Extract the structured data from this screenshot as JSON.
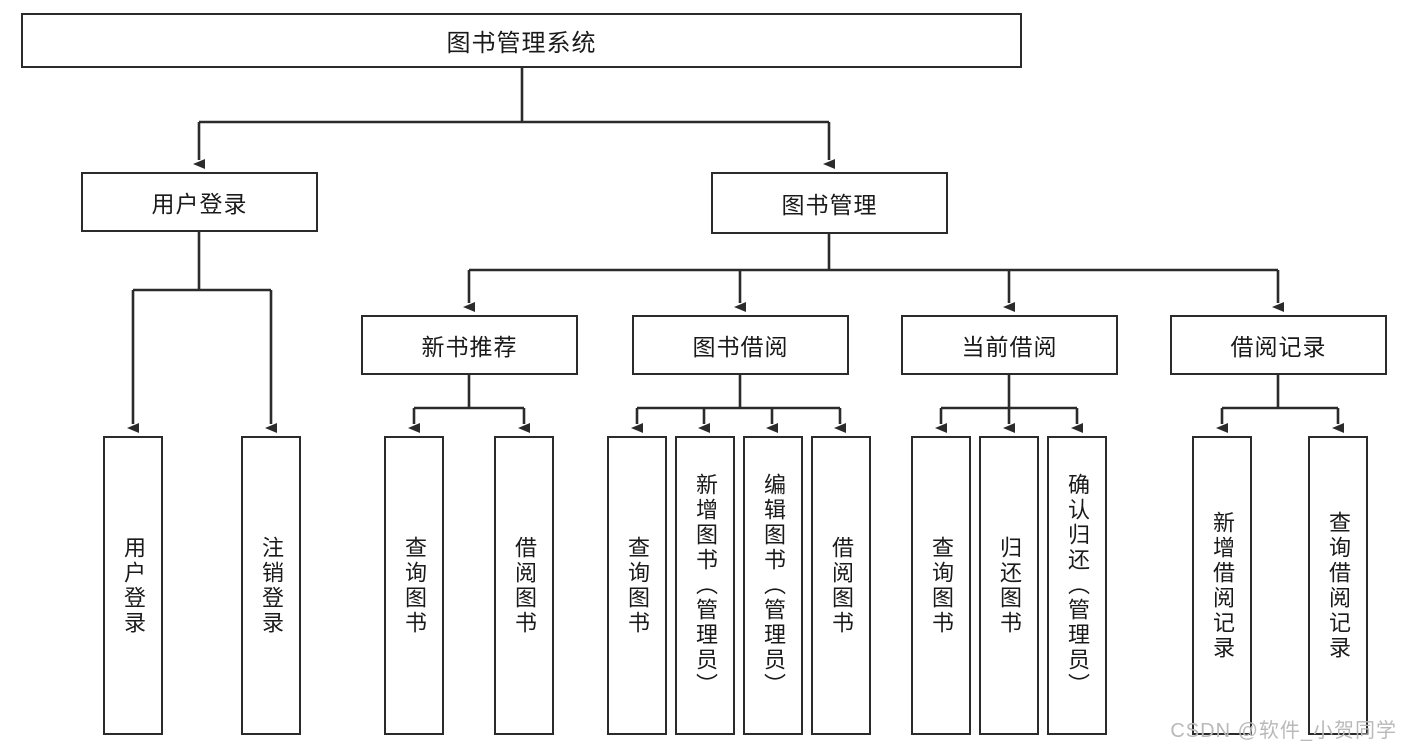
{
  "diagram": {
    "type": "tree",
    "title": "图书管理系统",
    "orientation": "top-down",
    "style": {
      "box_fill": "#ffffff",
      "box_stroke": "#2b2b2b",
      "text_color": "#1a1a1a",
      "connector_color": "#2b2b2b",
      "background": "#ffffff"
    },
    "levels": {
      "root": {
        "label": "图书管理系统"
      },
      "level1": [
        {
          "label": "用户登录"
        },
        {
          "label": "图书管理"
        }
      ],
      "level2": [
        {
          "label": "新书推荐"
        },
        {
          "label": "图书借阅"
        },
        {
          "label": "当前借阅"
        },
        {
          "label": "借阅记录"
        }
      ],
      "leaves": {
        "user_login": [
          {
            "label": "用户登录"
          },
          {
            "label": "注销登录"
          }
        ],
        "new_book_recommend": [
          {
            "label": "查询图书"
          },
          {
            "label": "借阅图书"
          }
        ],
        "book_borrow": [
          {
            "label": "查询图书"
          },
          {
            "label": "新增图书（管理员）"
          },
          {
            "label": "编辑图书（管理员）"
          },
          {
            "label": "借阅图书"
          }
        ],
        "current_borrow": [
          {
            "label": "查询图书"
          },
          {
            "label": "归还图书"
          },
          {
            "label": "确认归还（管理员）"
          }
        ],
        "borrow_record": [
          {
            "label": "新增借阅记录"
          },
          {
            "label": "查询借阅记录"
          }
        ]
      }
    }
  },
  "watermark": {
    "text": "CSDN @软件_小贺同学"
  }
}
